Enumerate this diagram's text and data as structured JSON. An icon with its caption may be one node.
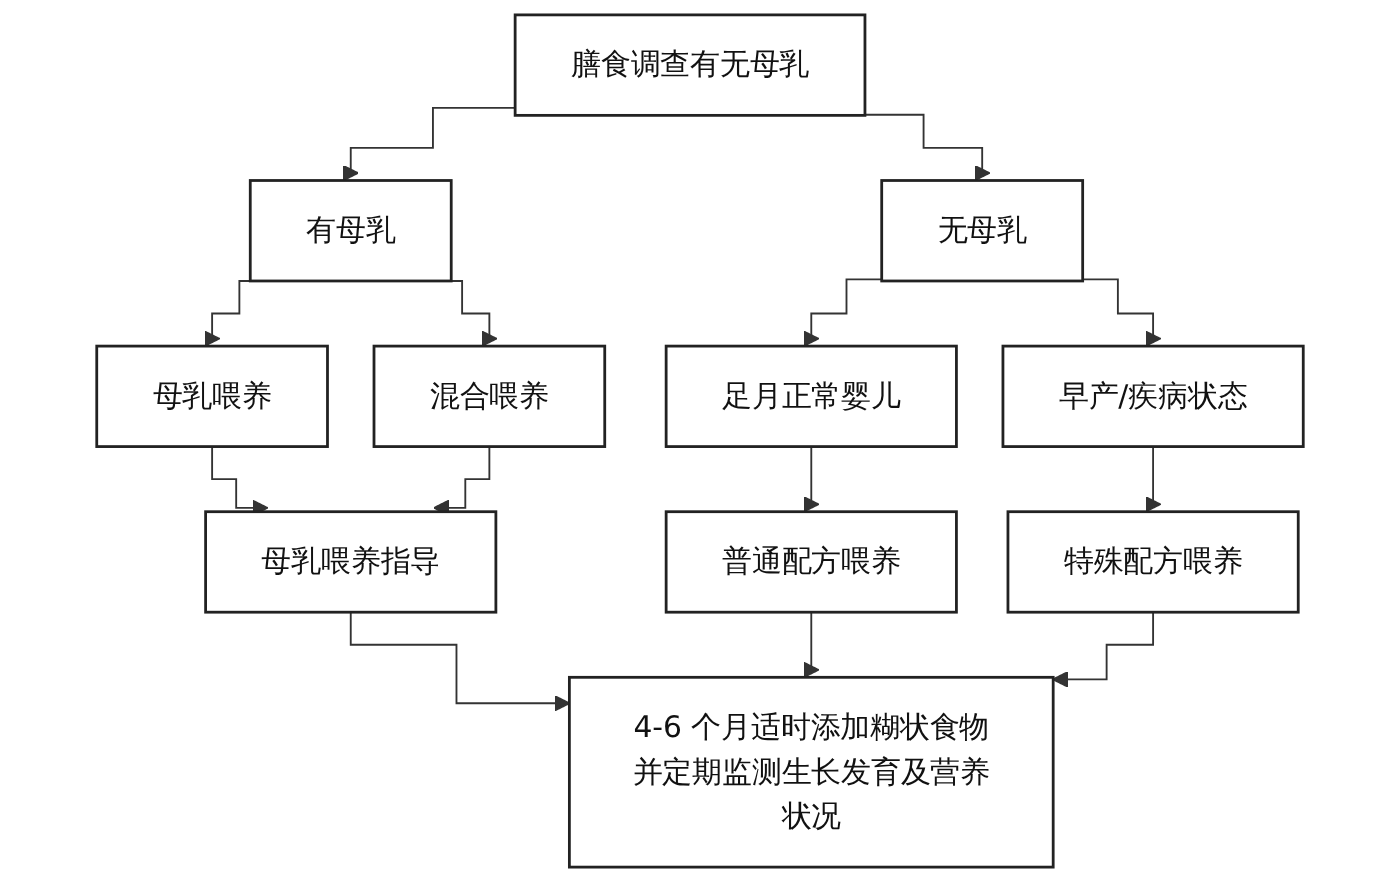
{
  "diagram": {
    "nodes": [
      {
        "text": [
          "膳食调查有无母乳"
        ]
      },
      {
        "text": [
          "有母乳"
        ]
      },
      {
        "text": [
          "无母乳"
        ]
      },
      {
        "text": [
          "母乳喂养"
        ]
      },
      {
        "text": [
          "混合喂养"
        ]
      },
      {
        "text": [
          "足月正常婴儿"
        ]
      },
      {
        "text": [
          "早产/疾病状态"
        ]
      },
      {
        "text": [
          "母乳喂养指导"
        ]
      },
      {
        "text": [
          "普通配方喂养"
        ]
      },
      {
        "text": [
          "特殊配方喂养"
        ]
      },
      {
        "text": [
          "4-6 个月适时添加糊状食物并定期监测生长发育及营养状况"
        ]
      }
    ],
    "edges": [
      {
        "from": 0,
        "to": 1,
        "arrow": "to"
      },
      {
        "from": 0,
        "to": 2,
        "arrow": "to"
      },
      {
        "from": 1,
        "to": 3,
        "arrow": "to"
      },
      {
        "from": 1,
        "to": 4,
        "arrow": "to"
      },
      {
        "from": 2,
        "to": 5,
        "arrow": "to"
      },
      {
        "from": 2,
        "to": 6,
        "arrow": "to"
      },
      {
        "from": 3,
        "to": 7,
        "arrow": "to"
      },
      {
        "from": 4,
        "to": 7,
        "arrow": "to"
      },
      {
        "from": 5,
        "to": 8,
        "arrow": "to"
      },
      {
        "from": 6,
        "to": 9,
        "arrow": "to"
      },
      {
        "from": 7,
        "to": 10,
        "arrow": "to"
      },
      {
        "from": 8,
        "to": 10,
        "arrow": "to"
      },
      {
        "from": 9,
        "to": 10,
        "arrow": "to"
      }
    ]
  }
}
